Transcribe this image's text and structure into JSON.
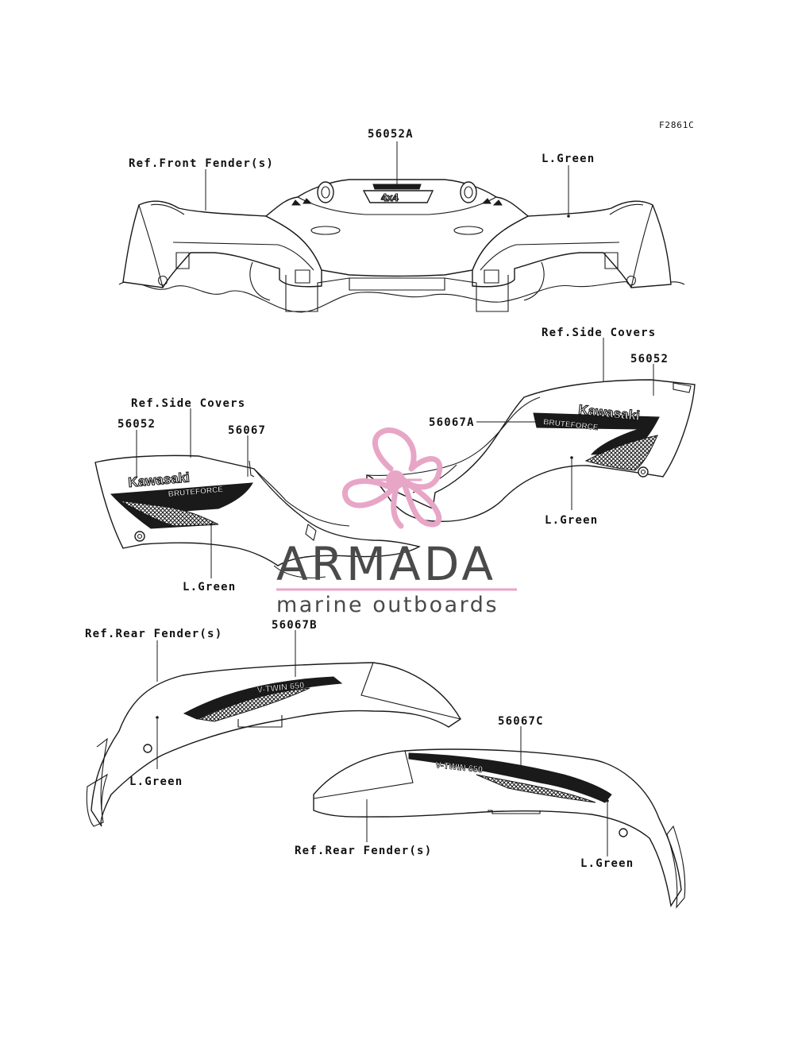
{
  "figure_code": "F2861C",
  "labels": {
    "front_decal": "56052A",
    "front_fender_ref": "Ref.Front Fender(s)",
    "front_color": "L.Green",
    "side_covers_ref_right": "Ref.Side Covers",
    "side_emblem_right": "56052",
    "side_decal_right": "56067A",
    "side_color_right": "L.Green",
    "side_covers_ref_left": "Ref.Side Covers",
    "side_emblem_left": "56052",
    "side_decal_left": "56067",
    "side_color_left": "L.Green",
    "rear_fender_ref_left": "Ref.Rear Fender(s)",
    "rear_decal_left": "56067B",
    "rear_color_left": "L.Green",
    "rear_decal_right": "56067C",
    "rear_fender_ref_right": "Ref.Rear Fender(s)",
    "rear_color_right": "L.Green"
  },
  "decal_text": {
    "front_badge": "4x4",
    "brand": "Kawasaki",
    "model": "BRUTEFORCE",
    "engine": "V-TWIN 650"
  },
  "watermark": {
    "title": "ARMADA",
    "subtitle": "marine outboards",
    "accent_color": "#e8a6c7",
    "text_color": "#4a4a4a"
  }
}
